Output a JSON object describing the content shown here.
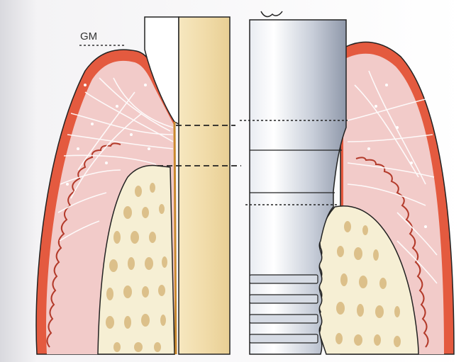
{
  "figure": {
    "label_gm": "GM",
    "colors": {
      "page_bg": "#f7f5f6",
      "gingiva_outer": "#e45a3f",
      "connective_tissue": "#f2cbc9",
      "fibers": "#ffffff",
      "bone_fill": "#f6efd4",
      "bone_trabeculae": "#dcc08a",
      "tooth_root": "#f1dcaa",
      "enamel": "#ffffff",
      "implant_light": "#f2f4f8",
      "implant_dark": "#9aa3b4",
      "outline": "#222222"
    },
    "sections": [
      "natural-tooth",
      "dental-implant"
    ]
  }
}
